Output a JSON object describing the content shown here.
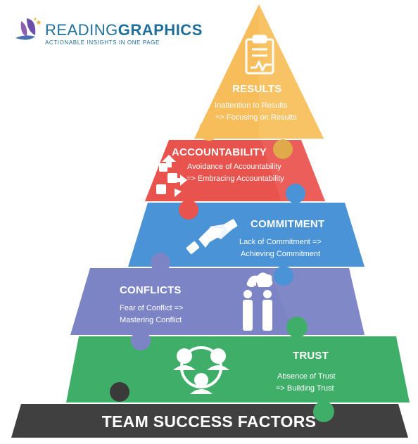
{
  "brand": {
    "name_part1": "READING",
    "name_part2": "GRAPHICS",
    "tagline": "ACTIONABLE INSIGHTS IN ONE PAGE"
  },
  "levels": [
    {
      "title": "RESULTS",
      "line1": "Inattention to Results",
      "line2": "=> Focusing on Results",
      "color": "#f6bd5a",
      "icon": "clipboard-chart-icon"
    },
    {
      "title": "ACCOUNTABILITY",
      "line1": "Avoidance of Accountability",
      "line2": "=> Embracing Accountability",
      "color": "#e9534e",
      "icon": "workflow-arrows-icon"
    },
    {
      "title": "COMMITMENT",
      "line1": "Lack of Commitment =>",
      "line2": "Achieving Commitment",
      "color": "#4a93d6",
      "icon": "handshake-icon"
    },
    {
      "title": "CONFLICTS",
      "line1": "Fear of Conflict =>",
      "line2": "Mastering Conflict",
      "color": "#7d84c6",
      "icon": "arguing-people-icon"
    },
    {
      "title": "TRUST",
      "line1": "Absence of Trust",
      "line2": "=> Building Trust",
      "color": "#3fae69",
      "icon": "team-circle-icon"
    }
  ],
  "base": {
    "label": "TEAM SUCCESS FACTORS",
    "color": "#404040"
  }
}
